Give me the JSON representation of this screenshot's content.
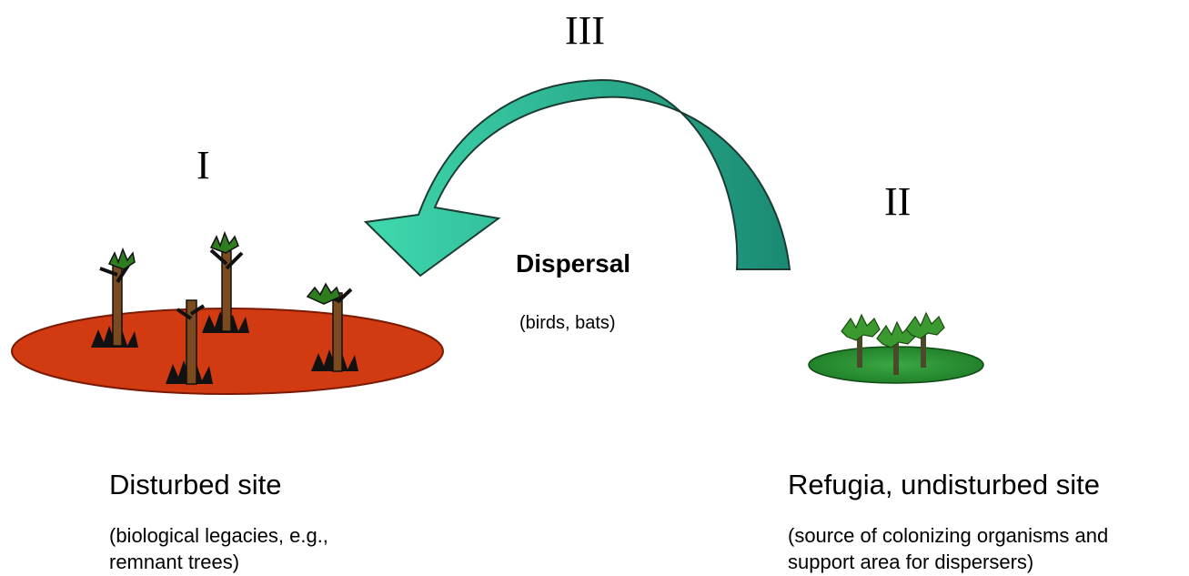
{
  "numerals": {
    "disturbed": "I",
    "refugia": "II",
    "dispersal": "III"
  },
  "dispersal": {
    "title": "Dispersal",
    "agents": "(birds, bats)"
  },
  "disturbed_site": {
    "title": "Disturbed site",
    "detail_line1": "(biological legacies, e.g.,",
    "detail_line2": "remnant trees)",
    "ground_color": "#d23a12"
  },
  "refugia_site": {
    "title": "Refugia, undisturbed site",
    "detail_line1": "(source of colonizing organisms and",
    "detail_line2": "support area for dispersers)",
    "ground_color": "#1f8a2a"
  },
  "arrow": {
    "color_left": "#3fd9ae",
    "color_right": "#1a8a72"
  }
}
